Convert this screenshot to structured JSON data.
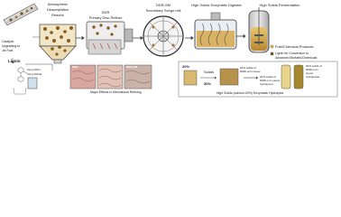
{
  "stages": {
    "deacetylation": {
      "title_line1": "Atmospheric",
      "title_line2": "Deacetylation",
      "title_line3": "Reactor"
    },
    "disc_refiner": {
      "title_line1": "DDR",
      "title_line2": "Primary Disc Refiner"
    },
    "szego_mill": {
      "title_line1": "DDR-SM",
      "title_line2": "Secondary Szego mill"
    },
    "digester": {
      "title": "High Solids Enzymatic Digester"
    },
    "fermentation": {
      "title": "High Solids Fermentation"
    }
  },
  "left": {
    "catalytic_line1": "Catalytic",
    "catalytic_line2": "Upgrading to",
    "catalytic_line3": "Jet Fuel",
    "lignin": "Lignin",
    "ch3cooh": "CH₃COOH",
    "ch3coona": "CH₃COONa"
  },
  "refining": {
    "ddr_tag": "DDR",
    "ddr_sm_tag": "DDR-SM",
    "caption": "Major Effects in Mechanical Refining"
  },
  "products": {
    "fuel": "Fuel/Chemical Products",
    "lignin_conv_line1": "Lignin for Conversion to",
    "lignin_conv_line2": "Advanced Biofuels/Chemicals"
  },
  "bottom": {
    "pct_20": "20%",
    "solids": "Solids",
    "pct_30": "30%",
    "enz_note_line1": "20% solids of",
    "enz_note_line2": "DMR-corn stover",
    "note_20_line1": "20% solids of",
    "note_20_line2": "DMR corn stover",
    "note_20_line3": "hydrolyzed",
    "note_30_line1": "30% solids of",
    "note_30_line2": "DMR corn",
    "note_30_line3": "stover",
    "note_30_line4": "hydrolyzate",
    "caption": "High Solids (sol/sol=20%) Enzymatic Hydrolysis"
  }
}
